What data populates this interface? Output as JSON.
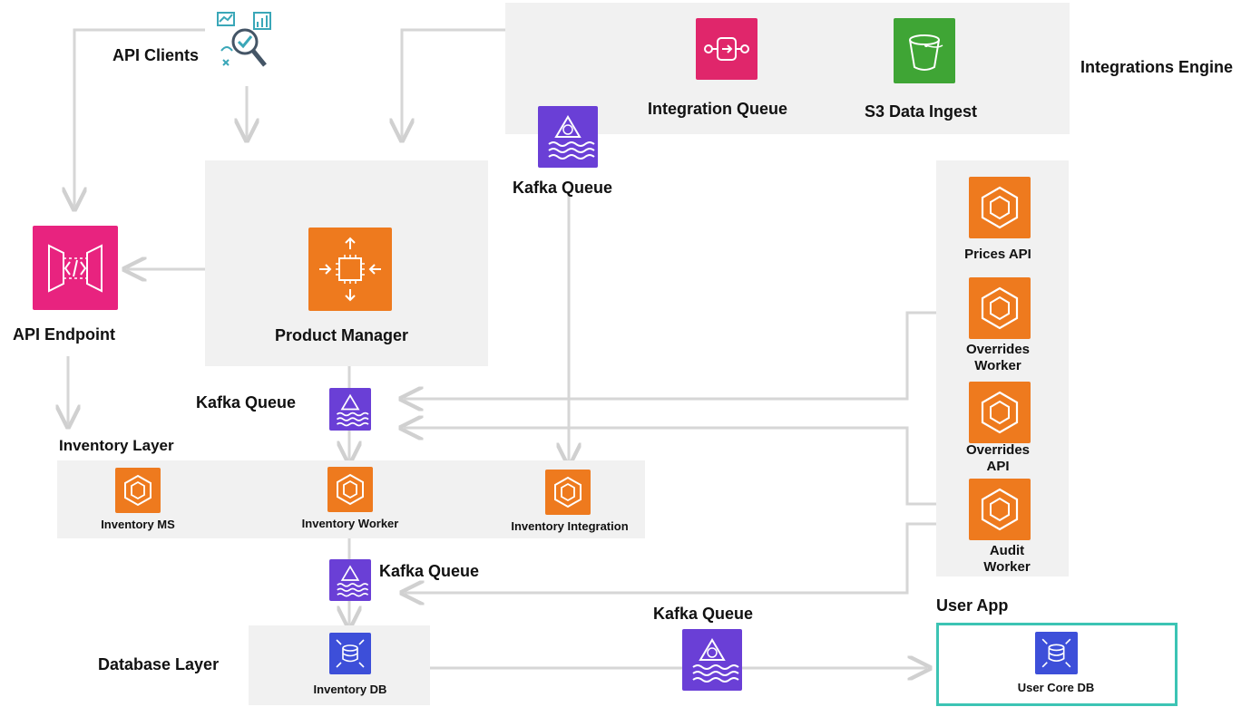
{
  "colors": {
    "panel_bg": "#f1f1f1",
    "arrow": "#d0d0d0",
    "compute_orange": "#ee7a1e",
    "queue_purple": "#6a3fd6",
    "db_blue": "#3d4fd9",
    "integration_pink": "#e0266b",
    "storage_green": "#3fa535",
    "user_app_border": "#3cc4b4"
  },
  "labels": {
    "api_clients": "API Clients",
    "integrations_engine": "Integrations Engine",
    "integration_queue": "Integration Queue",
    "s3_data_ingest": "S3 Data Ingest",
    "kafka_top": "Kafka Queue",
    "api_endpoint": "API Endpoint",
    "product_manager": "Product Manager",
    "kafka_mid": "Kafka Queue",
    "inventory_layer": "Inventory Layer",
    "inventory_ms": "Inventory MS",
    "inventory_worker": "Inventory Worker",
    "inventory_integration": "Inventory Integration",
    "kafka_low": "Kafka Queue",
    "database_layer": "Database Layer",
    "inventory_db": "Inventory DB",
    "kafka_bottom": "Kafka Queue",
    "user_app": "User App",
    "user_core_db": "User Core DB",
    "prices_api": "Prices API",
    "overrides_worker": "Overrides\nWorker",
    "overrides_api": "Overrides\nAPI",
    "audit_worker": "Audit\nWorker"
  },
  "icons": {
    "api_clients": "analytics-search-icon",
    "integration_queue": "event-bus-icon",
    "s3": "bucket-icon",
    "kafka": "kafka-stream-icon",
    "api_endpoint": "api-gateway-icon",
    "product_manager": "processor-icon",
    "container": "container-hexagon-icon",
    "database": "database-icon"
  }
}
